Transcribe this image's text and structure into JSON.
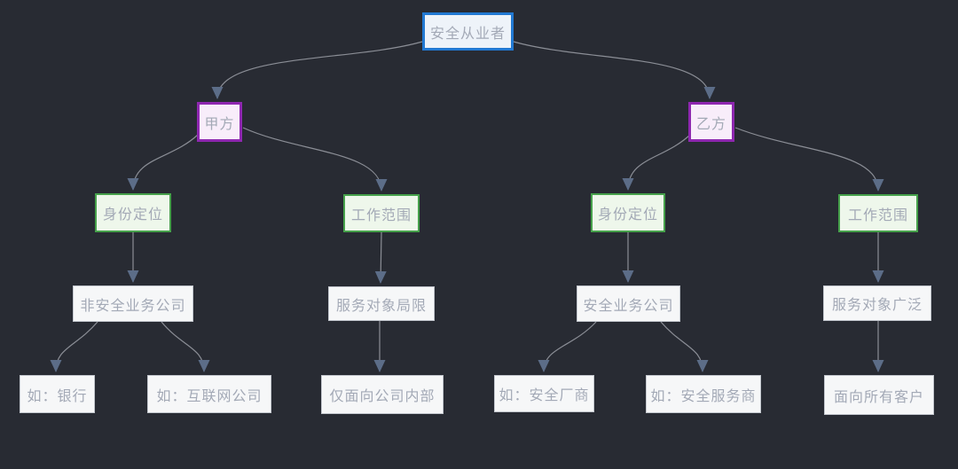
{
  "canvas": {
    "background": "#282b33"
  },
  "palette": {
    "root_border": "#2279d2",
    "root_fill": "#eef3f9",
    "party_border": "#8e27b0",
    "party_fill": "#f8edfa",
    "category_border": "#46a14b",
    "category_fill": "#eef7eb",
    "plain_fill": "#f6f7f8",
    "plain_border": "#c2c6cd",
    "label_text": "#a3a9b6",
    "edge_line": "#8b8e96",
    "edge_arrow": "#5c6d88"
  },
  "tree": {
    "root": {
      "label": "安全从业者"
    },
    "branches": [
      {
        "party": {
          "label": "甲方"
        },
        "groups": [
          {
            "category": {
              "label": "身份定位"
            },
            "detail": {
              "label": "非安全业务公司"
            },
            "leaves": [
              {
                "label": "如：银行"
              },
              {
                "label": "如：互联网公司"
              }
            ]
          },
          {
            "category": {
              "label": "工作范围"
            },
            "detail": {
              "label": "服务对象局限"
            },
            "leaves": [
              {
                "label": "仅面向公司内部"
              }
            ]
          }
        ]
      },
      {
        "party": {
          "label": "乙方"
        },
        "groups": [
          {
            "category": {
              "label": "身份定位"
            },
            "detail": {
              "label": "安全业务公司"
            },
            "leaves": [
              {
                "label": "如：安全厂商"
              },
              {
                "label": "如：安全服务商"
              }
            ]
          },
          {
            "category": {
              "label": "工作范围"
            },
            "detail": {
              "label": "服务对象广泛"
            },
            "leaves": [
              {
                "label": "面向所有客户"
              }
            ]
          }
        ]
      }
    ]
  }
}
